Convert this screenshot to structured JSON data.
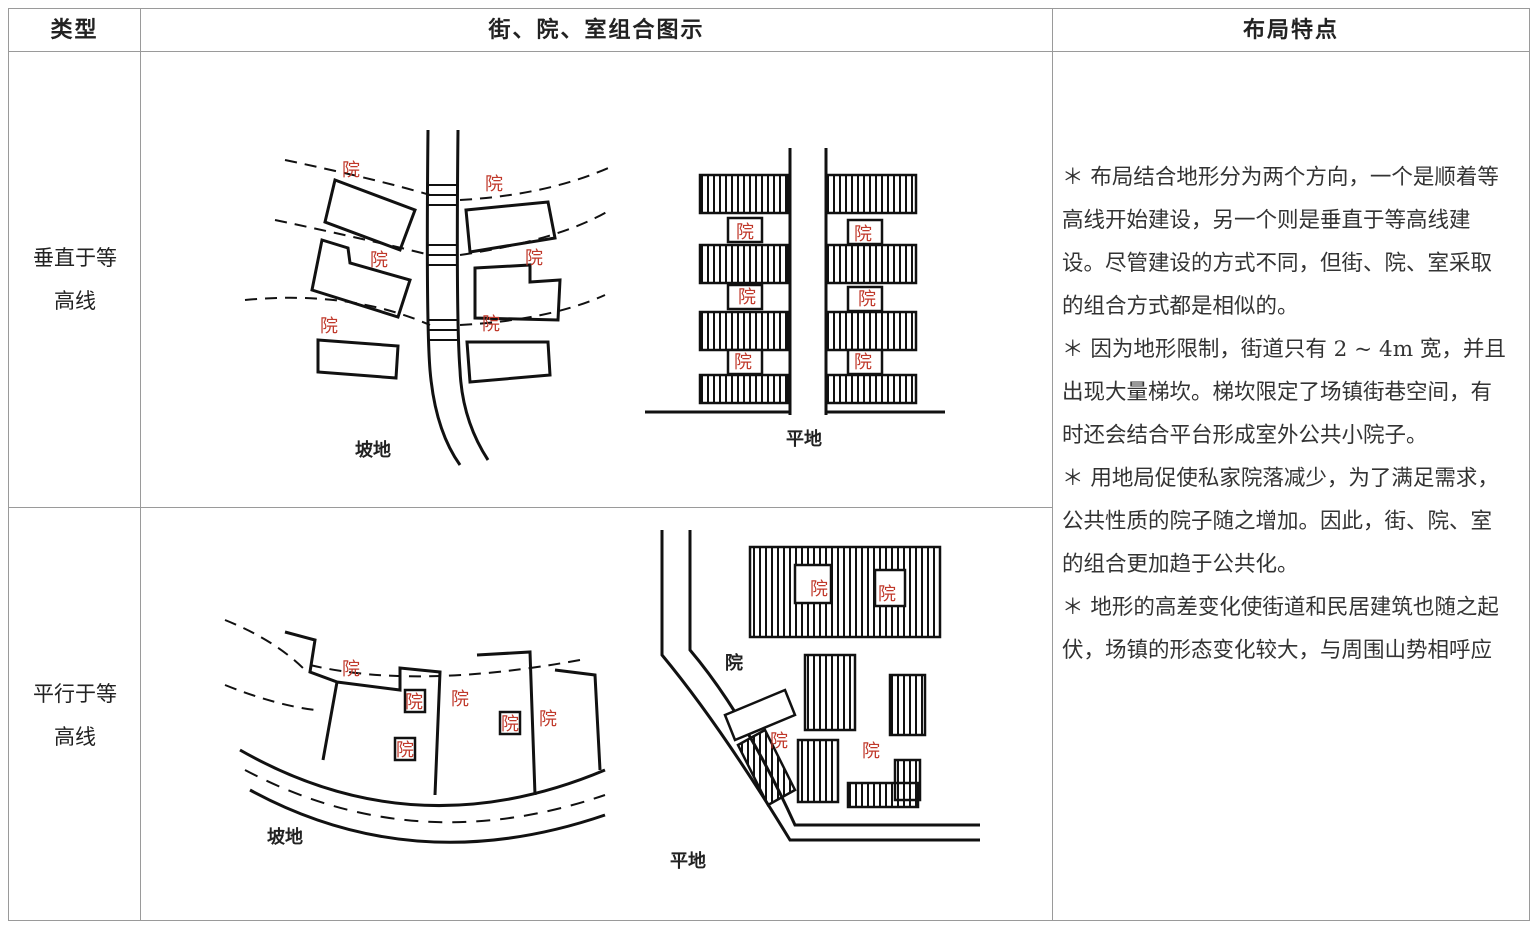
{
  "table": {
    "headers": [
      "类型",
      "街、院、室组合图示",
      "布局特点"
    ],
    "rows": [
      {
        "type_lines": [
          "垂直于等",
          "高线"
        ],
        "diagram_labels": {
          "slope": "坡地",
          "flat": "平地",
          "courtyard": "院"
        }
      },
      {
        "type_lines": [
          "平行于等",
          "高线"
        ],
        "diagram_labels": {
          "slope": "坡地",
          "flat": "平地",
          "courtyard": "院"
        }
      }
    ],
    "features": [
      "＊ 布局结合地形分为两个方向，一个是顺着等高线开始建设，另一个则是垂直于等高线建设。尽管建设的方式不同，但街、院、室采取的组合方式都是相似的。",
      "＊ 因为地形限制，街道只有 2 ~ 4m 宽，并且出现大量梯坎。梯坎限定了场镇街巷空间，有时还会结合平台形成室外公共小院子。",
      "＊ 用地局促使私家院落减少，为了满足需求，公共性质的院子随之增加。因此，街、院、室的组合更加趋于公共化。",
      "＊ 地形的高差变化使街道和民居建筑也随之起伏，场镇的形态变化较大，与周围山势相呼应"
    ]
  },
  "colors": {
    "courtyard_label": "#c0392b",
    "border": "#9a9a9a"
  }
}
